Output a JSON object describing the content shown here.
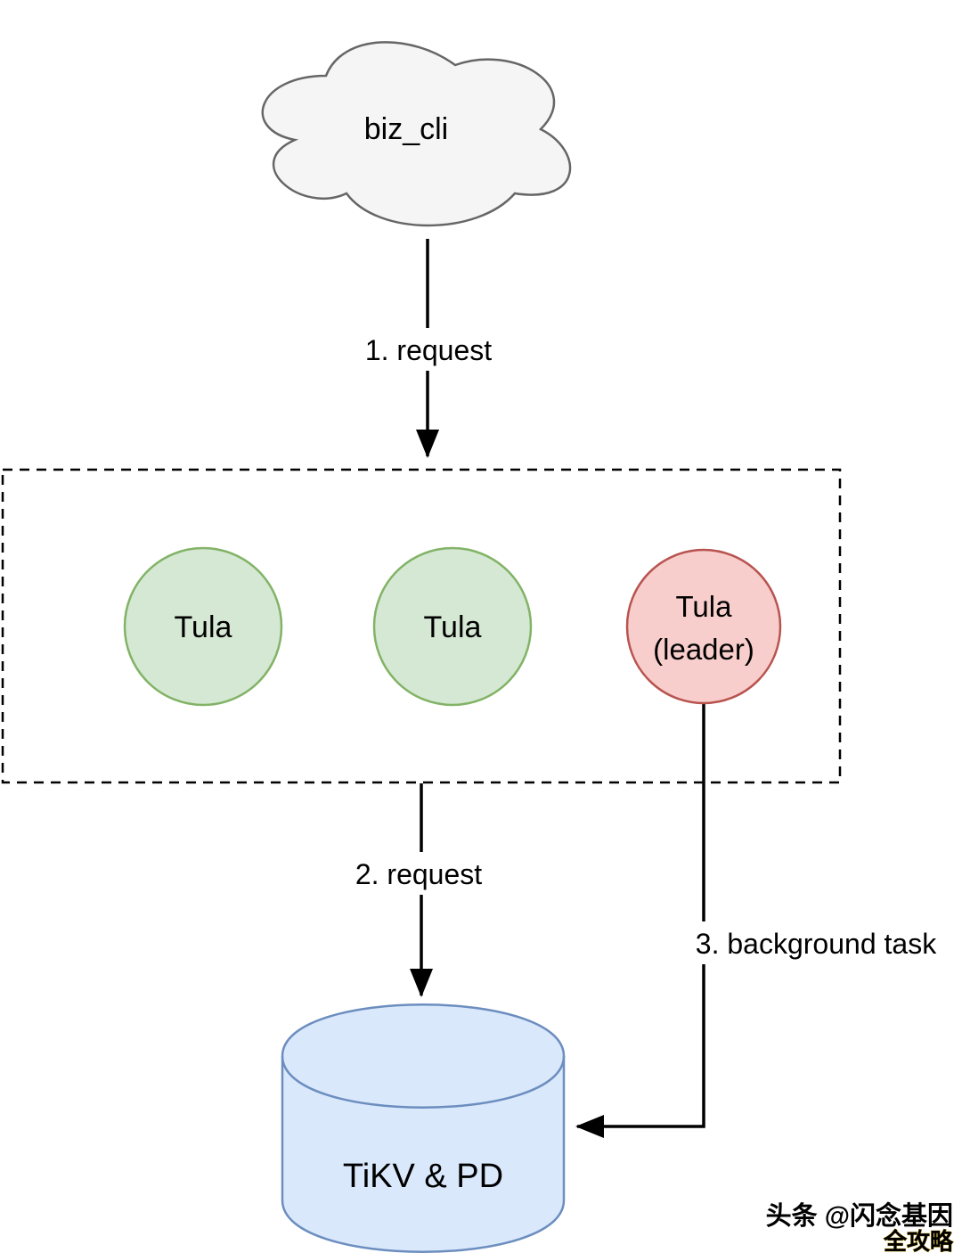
{
  "diagram": {
    "cloud": {
      "label": "biz_cli"
    },
    "flows": {
      "request1": "1. request",
      "request2": "2. request",
      "background_task": "3. background task"
    },
    "nodes": {
      "tula1": "Tula",
      "tula2": "Tula",
      "leader_line1": "Tula",
      "leader_line2": "(leader)",
      "database": "TiKV & PD"
    },
    "colors": {
      "cloud_fill": "#f5f5f5",
      "cloud_stroke": "#666666",
      "tula_fill": "#d5e8d4",
      "tula_stroke": "#82b366",
      "leader_fill": "#f8cecc",
      "leader_stroke": "#b85450",
      "db_fill": "#dae8fc",
      "db_stroke": "#6c8ebf",
      "edge": "#000000"
    }
  },
  "watermark": {
    "source": "头条 @闪念基因",
    "badge": "全攻略",
    "source_color": "#9e9e9e",
    "badge_color": "#ffd400"
  }
}
